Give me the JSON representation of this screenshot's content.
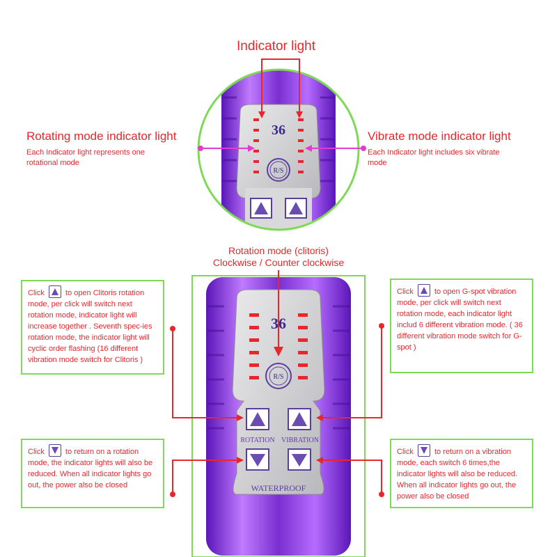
{
  "top": {
    "indicator_light": "Indicator light",
    "rotating_title": "Rotating mode indicator light",
    "rotating_note": "Each Indicator light represents one rotational mode",
    "vibrate_title": "Vibrate mode indicator light",
    "vibrate_note": "Each Indicator light includes six vibrate mode",
    "counter": "36",
    "rs_button": "R/S"
  },
  "bottom": {
    "rotation_title_line1": "Rotation mode (clitoris)",
    "rotation_title_line2": "Clockwise / Counter clockwise",
    "counter": "36",
    "rs_button": "R/S",
    "rotation_label": "ROTATION",
    "vibration_label": "VIBRATION",
    "waterproof_label": "WATERPROOF"
  },
  "boxes": {
    "top_left_pre": "Click",
    "top_left_post": "to open Clitoris rotation mode, per click will switch next rotation mode, indicator light will increase together . Seventh spec-ies rotation mode, the indicator light will cyclic order flashing (16 different vibration mode switch for Clitoris )",
    "top_right_pre": "Click",
    "top_right_post": "to open G-spot vibration mode, per click will switch next rotation mode, each indicator light includ 6 different vibration mode. ( 36 different vibration mode switch for G-spot )",
    "bottom_left_pre": "Click",
    "bottom_left_post": "to return on a rotation mode, the indicator lights will also be reduced. When all indicator lights go out, the power also be closed",
    "bottom_right_pre": "Click",
    "bottom_right_post": "to return on a vibration mode, each switch 6 times,the indicator lights will also be reduced. When all indicator lights go out, the power also be closed"
  },
  "colors": {
    "accent_red": "#e8262c",
    "box_green": "#7ed957",
    "purple": "#7a2fd0",
    "pink": "#e23bd1"
  },
  "icons": [
    "up-triangle-button-icon",
    "down-triangle-button-icon"
  ]
}
